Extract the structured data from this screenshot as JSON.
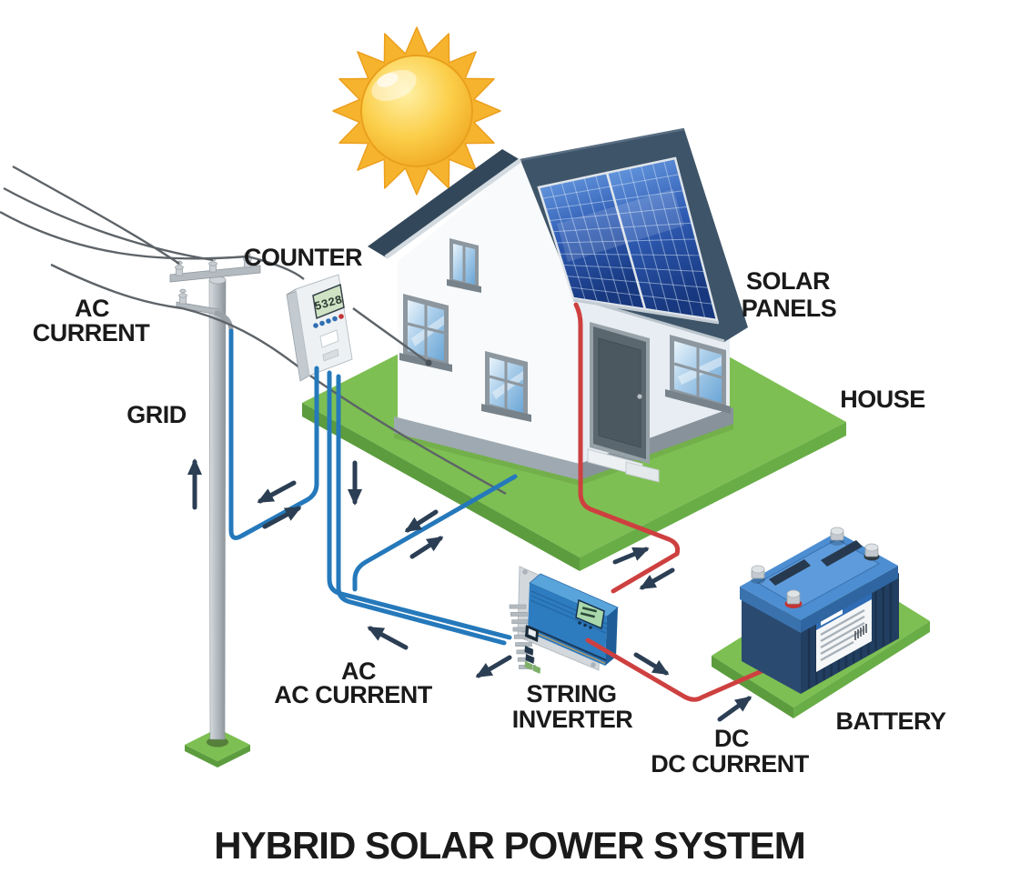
{
  "title": "HYBRID SOLAR POWER SYSTEM",
  "labels": {
    "counter": "COUNTER",
    "ac_current_grid": {
      "line1": "AC",
      "line2": "CURRENT"
    },
    "grid": "GRID",
    "solar_panels": {
      "line1": "SOLAR",
      "line2": "PANELS"
    },
    "house": "HOUSE",
    "ac_current_inverter": {
      "line1": "AC",
      "line2": "AC CURRENT"
    },
    "string_inverter": {
      "line1": "STRING",
      "line2": "INVERTER"
    },
    "dc_current": {
      "line1": "DC",
      "line2": "DC CURRENT"
    },
    "battery": "BATTERY"
  },
  "meter": {
    "display": "5328"
  },
  "colors": {
    "ac_wire": "#2579bb",
    "dc_wire": "#ce4040",
    "arrow": "#2b3e54",
    "text": "#1a1a1a",
    "sun": "#f6b42e",
    "grass": "#7dbf52",
    "roof": "#3e5468"
  }
}
